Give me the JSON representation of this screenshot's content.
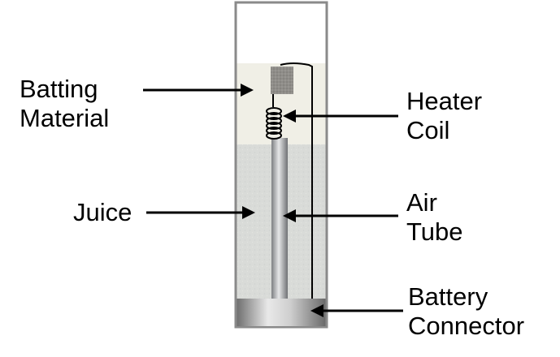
{
  "labels": {
    "batting_material": {
      "line1": "Batting",
      "line2": "Material"
    },
    "heater_coil": {
      "line1": "Heater",
      "line2": "Coil"
    },
    "juice": {
      "text": "Juice"
    },
    "air_tube": {
      "line1": "Air",
      "line2": "Tube"
    },
    "battery_connector": {
      "line1": "Battery",
      "line2": "Connector"
    }
  },
  "colors": {
    "outline": "#8a8a8a",
    "upper_chamber": "#f0efe6",
    "juice": "#d9dbd8",
    "batting": "#8f8d89",
    "tube": "#a6a8aa",
    "connector": "#b5b5b5",
    "arrow": "#000000"
  }
}
